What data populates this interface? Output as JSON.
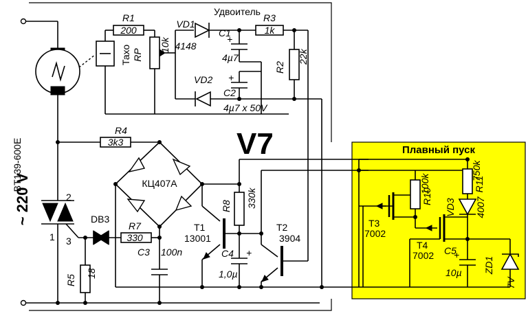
{
  "diagram": {
    "colors": {
      "line": "#000000",
      "panel": "#ffff00",
      "background": "#ffffff"
    },
    "title": "V7",
    "mains_voltage": "~ 220 V",
    "soft_start_title": "Плавный пуск",
    "doubler_label": "Удвоитель",
    "bridge_label": "КЦ407А",
    "tacho_label": "Тахо",
    "triac": {
      "model": "BT139-600E",
      "pin1": "1",
      "pin2": "2",
      "pin3": "3"
    },
    "diac": "DB3",
    "components": {
      "R1": {
        "name": "R1",
        "value": "200"
      },
      "RP": {
        "name": "RP",
        "value": "10k"
      },
      "R2": {
        "name": "R2",
        "value": "22k"
      },
      "R3": {
        "name": "R3",
        "value": "1k"
      },
      "R4": {
        "name": "R4",
        "value": "3k3"
      },
      "R5": {
        "name": "R5",
        "value": "18"
      },
      "R7": {
        "name": "R7",
        "value": "330"
      },
      "R8": {
        "name": "R8",
        "value": "330k"
      },
      "R10": {
        "name": "R10",
        "value": "100k"
      },
      "R11": {
        "name": "R11",
        "value": "750k"
      },
      "VD1": {
        "name": "VD1",
        "value": "4148"
      },
      "VD2": {
        "name": "VD2"
      },
      "VD3": {
        "name": "VD3",
        "value": "4007"
      },
      "ZD1": {
        "name": "ZD1",
        "value": "7V"
      },
      "C1": {
        "name": "C1",
        "value": "4µ7"
      },
      "C2": {
        "name": "C2",
        "value": "4µ7 x 50V"
      },
      "C3": {
        "name": "C3",
        "value": "100n"
      },
      "C4": {
        "name": "C4",
        "value": "1,0µ"
      },
      "C5": {
        "name": "C5",
        "value": "10µ"
      },
      "T1": {
        "name": "T1",
        "value": "13001"
      },
      "T2": {
        "name": "T2",
        "value": "3904"
      },
      "T3": {
        "name": "T3",
        "value": "7002"
      },
      "T4": {
        "name": "T4",
        "value": "7002"
      }
    }
  }
}
